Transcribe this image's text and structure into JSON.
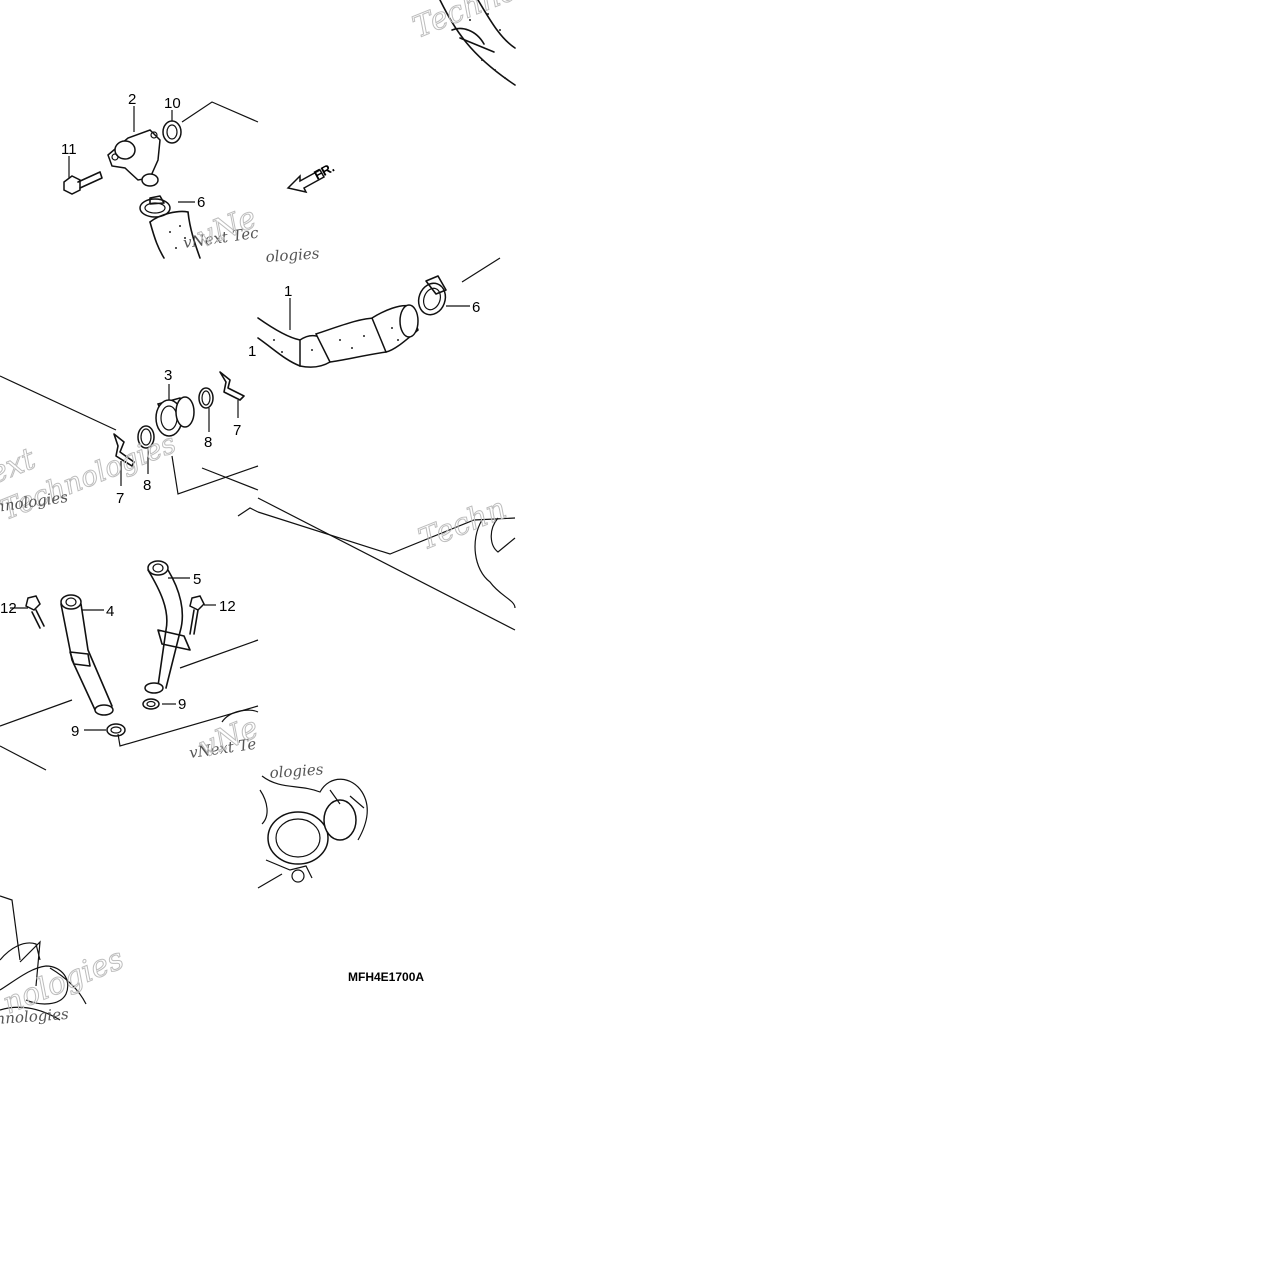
{
  "diagram_code": "MFH4E1700A",
  "front_arrow_label": "FR.",
  "callouts": {
    "c1": "1",
    "c2": "2",
    "c3": "3",
    "c4": "4",
    "c5": "5",
    "c6a": "6",
    "c6b": "6",
    "c7a": "7",
    "c7b": "7",
    "c8a": "8",
    "c8b": "8",
    "c9a": "9",
    "c9b": "9",
    "c10": "10",
    "c11": "11",
    "c12a": "12",
    "c12b": "12",
    "c12c": "1"
  },
  "watermark": {
    "a": "Techno",
    "b": "vNext Tec",
    "c": "vNe",
    "d": "Technologies",
    "e": "ext",
    "f": "hnologies",
    "g": "Techn",
    "h": "vNext Te",
    "i": "Techn",
    "j": "ologies",
    "k": "hnologies",
    "l": "nologies"
  },
  "colors": {
    "line": "#111111",
    "watermark": "#bdbdbd",
    "background": "#ffffff"
  }
}
